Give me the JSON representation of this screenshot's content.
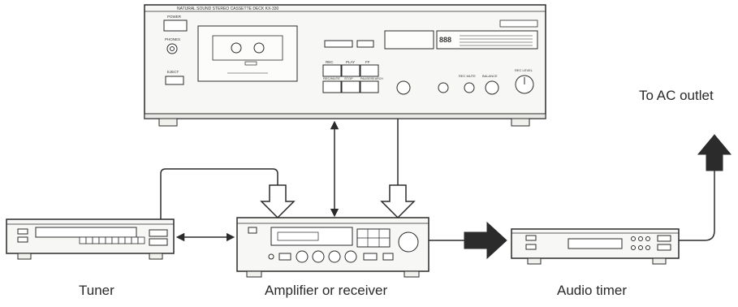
{
  "labels": {
    "tuner": "Tuner",
    "amplifier": "Amplifier or receiver",
    "audio_timer": "Audio timer",
    "ac_outlet": "To AC outlet"
  },
  "deck_panel": {
    "header": "NATURAL SOUND  STEREO CASSETTE DECK  KX-330",
    "power": "POWER",
    "phones": "PHONES",
    "eject": "EJECT",
    "rec": "REC",
    "play": "PLAY",
    "ff": "FF",
    "rec_mute": "REC/MUTE",
    "stop": "STOP",
    "pause": "PAUSE/SEARCH",
    "counter": "888",
    "rec_level": "REC LEVEL",
    "balance": "BALANCE",
    "rec_mute_knob": "REC MUTE"
  },
  "colors": {
    "line": "#2b2b2b",
    "device_fill": "#f7f7f5",
    "arrow_fill": "#2b2b2b"
  }
}
